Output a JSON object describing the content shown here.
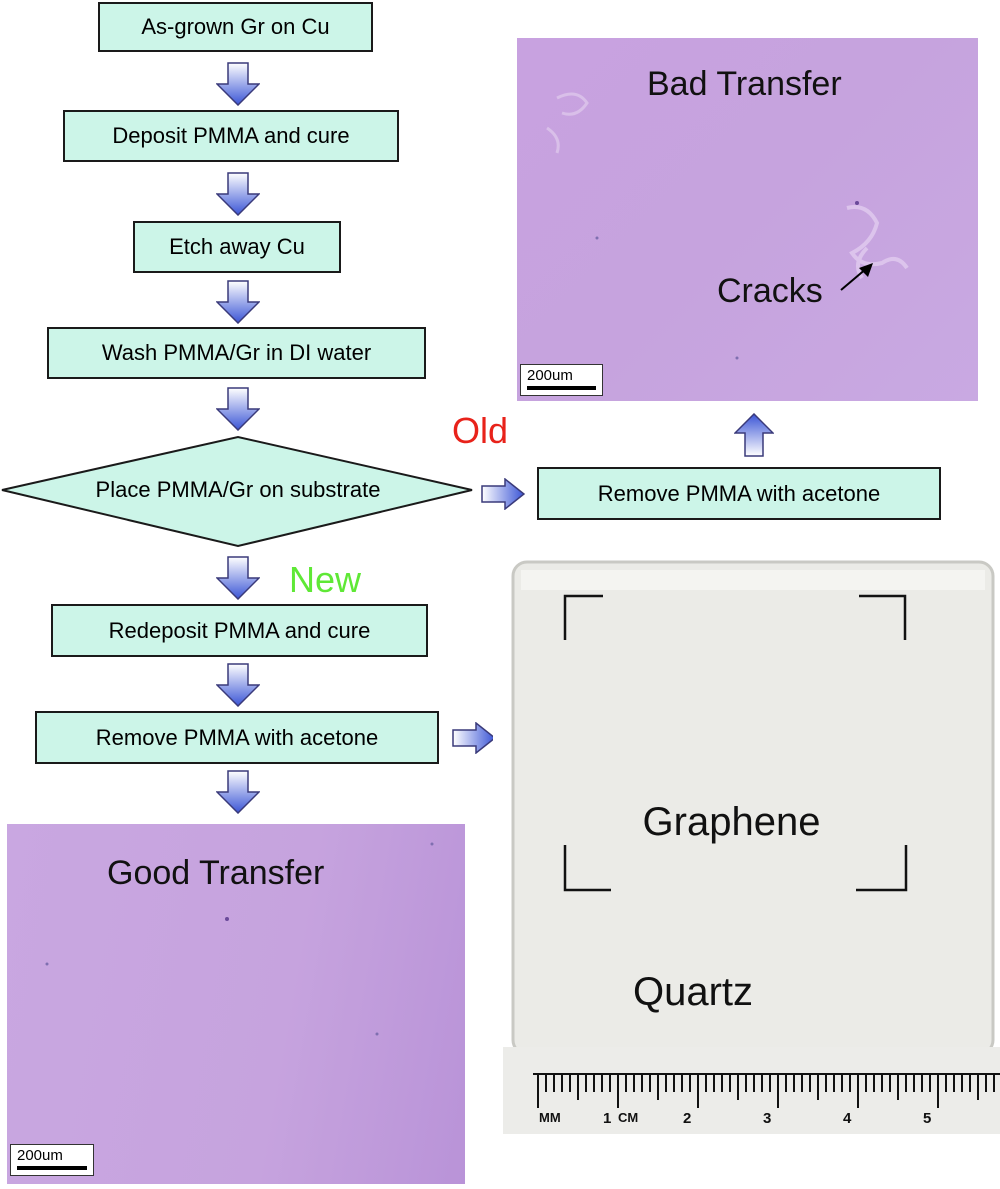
{
  "flow": {
    "step1": "As-grown Gr on Cu",
    "step2": "Deposit PMMA and cure",
    "step3": "Etch away Cu",
    "step4": "Wash PMMA/Gr in DI water",
    "decision": "Place PMMA/Gr on substrate",
    "old_step": "Remove PMMA with acetone",
    "new_step1": "Redeposit PMMA and cure",
    "new_step2": "Remove PMMA with acetone"
  },
  "branches": {
    "old": "Old",
    "new": "New"
  },
  "bad_image": {
    "title": "Bad Transfer",
    "annotation": "Cracks",
    "scale": "200um"
  },
  "good_image": {
    "title": "Good Transfer",
    "scale": "200um"
  },
  "quartz_image": {
    "graphene_label": "Graphene",
    "quartz_label": "Quartz",
    "ruler_labels": [
      "MM",
      "1",
      "CM",
      "2",
      "3",
      "4",
      "5"
    ]
  },
  "colors": {
    "box_fill": "#ccf5e8",
    "arrow_fill": "#5a6fd8",
    "old_label": "#e8221a",
    "new_label": "#5fe836",
    "micrograph": "#c7a3df"
  }
}
